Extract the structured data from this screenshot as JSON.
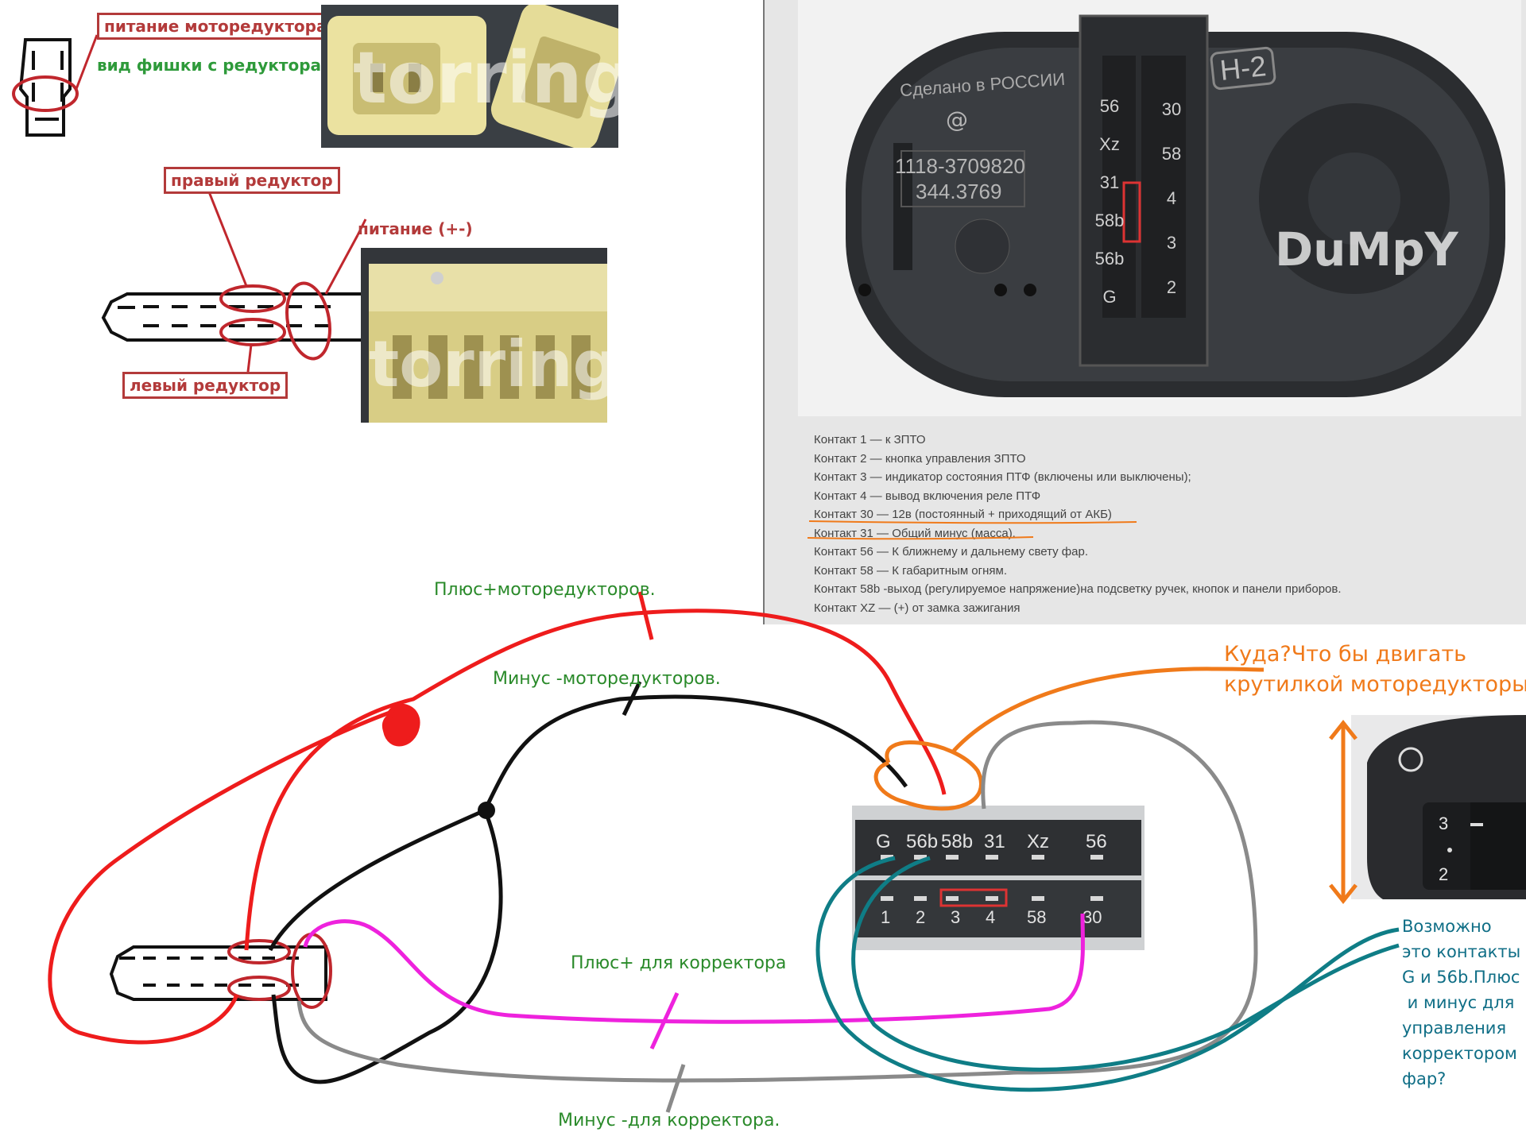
{
  "top_left": {
    "label_motor_power": "питание моторедуктора",
    "label_plug_view": "вид фишки с редуктора",
    "label_right_reducer": "правый редуктор",
    "label_power": "питание (+-)",
    "label_left_reducer": "левый редуктор",
    "watermark": "torring"
  },
  "switch_photo": {
    "made_in": "Сделано в РОССИИ",
    "part_number": "1118-3709820",
    "part_number_2": "344.3769",
    "badge": "Н-2",
    "watermark": "DuMpY",
    "pins_left": [
      "56",
      "Xz",
      "31",
      "58b",
      "56b",
      "G"
    ],
    "pins_right": [
      "30",
      "58",
      "4",
      "3",
      "2"
    ],
    "contacts": [
      "Контакт 1 — к ЗПТО",
      "Контакт 2 — кнопка управления ЗПТО",
      "Контакт 3 — индикатор состояния ПТФ (включены или выключены);",
      "Контакт 4 — вывод включения реле ПТФ",
      "Контакт 30 — 12в (постоянный + приходящий от АКБ)",
      "Контакт 31 — Общий минус (масса).",
      "Контакт 56 — К ближнему и дальнему свету фар.",
      "Контакт 58 — К габаритным огням.",
      "Контакт 58b -выход (регулируемое напряжение)на подсветку ручек, кнопок и панели приборов.",
      "Контакт XZ — (+) от замка зажигания"
    ]
  },
  "wiring": {
    "plus_motors": "Плюс+моторедукторов.",
    "minus_motors": "Минус -моторедукторов.",
    "where_question": "Куда?Что бы двигать",
    "where_question_2": "крутилкой моторедукторы?",
    "plus_corrector": "Плюс+ для корректора",
    "minus_corrector": "Минус -для корректора.",
    "maybe_note": [
      "Возможно",
      "это контакты",
      "G и 56b.Плюс",
      " и минус для",
      "управления",
      "корректором",
      "фар?"
    ],
    "connector_top_pins": [
      "G",
      "56b",
      "58b",
      "31",
      "Xz",
      "56"
    ],
    "connector_bottom_pins": [
      "1",
      "2",
      "3",
      "4",
      "58",
      "30"
    ],
    "knob_numbers": [
      "3",
      "2"
    ]
  },
  "colors": {
    "plus": "#ee1c1c",
    "minus": "#111111",
    "orange": "#f07a1a",
    "gray": "#8a8a8a",
    "magenta": "#ee22dd",
    "teal": "#0f7d86",
    "label_red": "#b33a3a",
    "label_green": "#2e9a3a"
  }
}
